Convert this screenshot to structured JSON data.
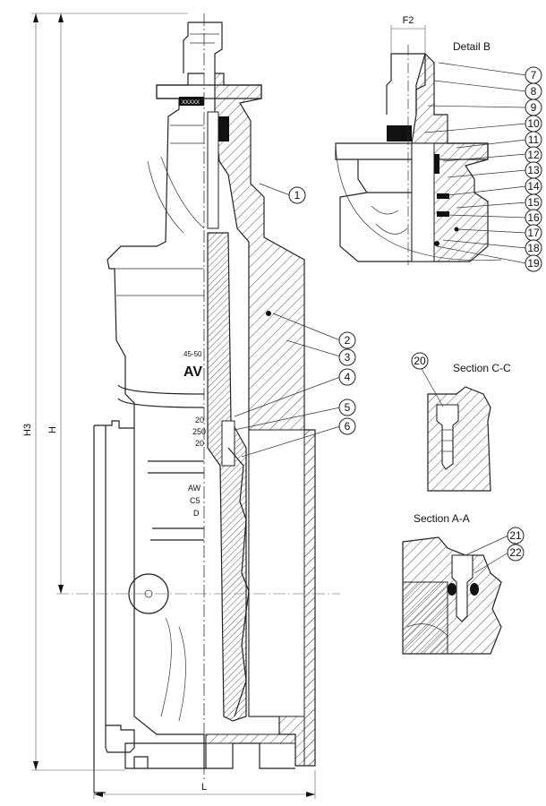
{
  "dimensions": {
    "H3": "H3",
    "H": "H",
    "L": "L",
    "F2": "F2"
  },
  "sections": {
    "detail_b": "Detail B",
    "section_cc": "Section C-C",
    "section_aa": "Section A-A"
  },
  "markings": {
    "body_top": "45-50",
    "stem_top": "XXXXX",
    "body_letters": "AV",
    "num_a": "20",
    "num_b": "250",
    "num_c": "20",
    "body_aw": "AW",
    "body_c": "C5",
    "body_d": "D"
  },
  "callouts": [
    "1",
    "2",
    "3",
    "4",
    "5",
    "6",
    "7",
    "8",
    "9",
    "10",
    "11",
    "12",
    "13",
    "14",
    "15",
    "16",
    "17",
    "18",
    "19",
    "20",
    "21",
    "22"
  ]
}
